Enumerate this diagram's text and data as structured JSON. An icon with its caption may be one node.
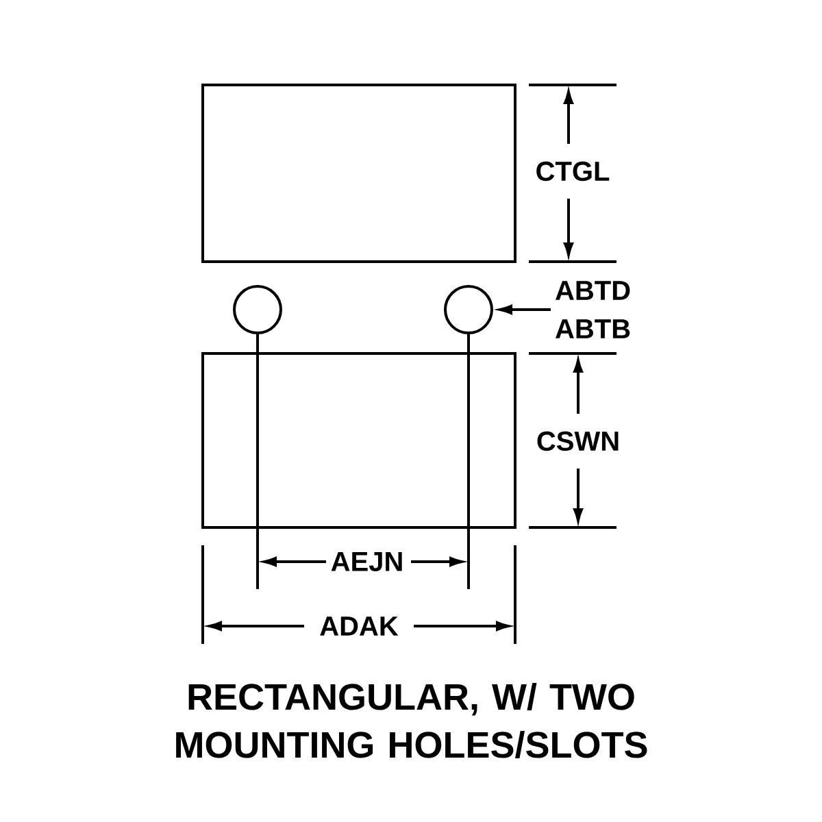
{
  "diagram": {
    "caption": "RECTANGULAR, W/ TWO MOUNTING HOLES/SLOTS",
    "nodes": [
      {
        "text": [
          "ABTD",
          "ABTB"
        ]
      },
      {
        "text": [],
        "shape": "circle"
      }
    ],
    "edges": [
      {
        "from": 0,
        "to": 1,
        "arrow": "to"
      }
    ],
    "labels": [
      "CTGL",
      "CSWN",
      "AEJN",
      "ADAK"
    ]
  }
}
